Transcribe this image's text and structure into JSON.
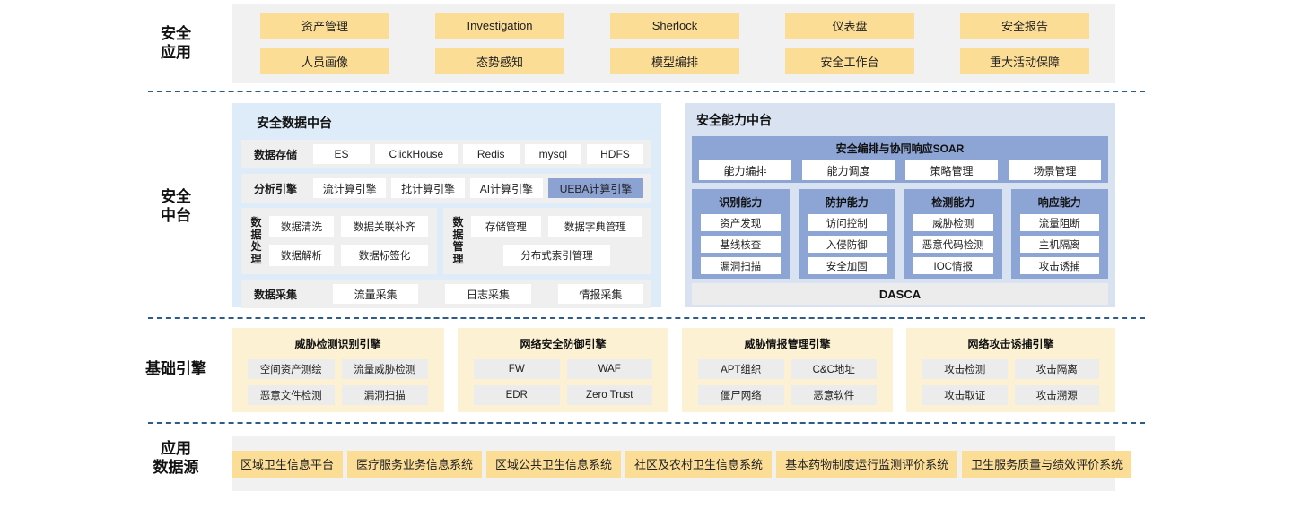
{
  "side_labels": {
    "apps1": "安全",
    "apps2": "应用",
    "middle1": "安全",
    "middle2": "中台",
    "engines": "基础引擎",
    "sources1": "应用",
    "sources2": "数据源"
  },
  "security_apps": {
    "row1": [
      "资产管理",
      "Investigation",
      "Sherlock",
      "仪表盘",
      "安全报告"
    ],
    "row2": [
      "人员画像",
      "态势感知",
      "模型编排",
      "安全工作台",
      "重大活动保障"
    ]
  },
  "data_platform": {
    "title": "安全数据中台",
    "storage": {
      "label": "数据存储",
      "items": [
        "ES",
        "ClickHouse",
        "Redis",
        "mysql",
        "HDFS"
      ]
    },
    "analysis": {
      "label": "分析引擎",
      "items": [
        "流计算引擎",
        "批计算引擎",
        "AI计算引擎"
      ],
      "highlighted": "UEBA计算引擎"
    },
    "processing": {
      "label": "数据处理",
      "items": [
        "数据清洗",
        "数据关联补齐",
        "数据解析",
        "数据标签化"
      ]
    },
    "management": {
      "label": "数据管理",
      "items": [
        "存储管理",
        "数据字典管理"
      ],
      "wide_item": "分布式索引管理"
    },
    "collection": {
      "label": "数据采集",
      "items": [
        "流量采集",
        "日志采集",
        "情报采集"
      ]
    }
  },
  "capability_platform": {
    "title": "安全能力中台",
    "soar": {
      "title": "安全编排与协同响应SOAR",
      "items": [
        "能力编排",
        "能力调度",
        "策略管理",
        "场景管理"
      ]
    },
    "columns": [
      {
        "title": "识别能力",
        "items": [
          "资产发现",
          "基线核查",
          "漏洞扫描"
        ]
      },
      {
        "title": "防护能力",
        "items": [
          "访问控制",
          "入侵防御",
          "安全加固"
        ]
      },
      {
        "title": "检测能力",
        "items": [
          "威胁检测",
          "恶意代码检测",
          "IOC情报"
        ]
      },
      {
        "title": "响应能力",
        "items": [
          "流量阻断",
          "主机隔离",
          "攻击诱捕"
        ]
      }
    ],
    "footer": "DASCA"
  },
  "engines": [
    {
      "title": "威胁检测识别引擎",
      "items": [
        "空间资产测绘",
        "流量威胁检测",
        "恶意文件检测",
        "漏洞扫描"
      ]
    },
    {
      "title": "网络安全防御引擎",
      "items": [
        "FW",
        "WAF",
        "EDR",
        "Zero Trust"
      ]
    },
    {
      "title": "威胁情报管理引擎",
      "items": [
        "APT组织",
        "C&C地址",
        "僵尸网络",
        "恶意软件"
      ]
    },
    {
      "title": "网络攻击诱捕引擎",
      "items": [
        "攻击检测",
        "攻击隔离",
        "攻击取证",
        "攻击溯源"
      ]
    }
  ],
  "data_sources": [
    "区域卫生信息平台",
    "医疗服务业务信息系统",
    "区域公共卫生信息系统",
    "社区及农村卫生信息系统",
    "基本药物制度运行监测评价系统",
    "卫生服务质量与绩效评价系统"
  ],
  "colors": {
    "accent_yellow": "#FBDD96",
    "panel_cream": "#FCF2D3",
    "band_gray": "#F1F1F1",
    "panel_blue_light": "#DEEBF9",
    "panel_blue_light2": "#D9E2F1",
    "block_blue": "#8DA5D5",
    "highlight_blue": "#8BA2D2",
    "dashed_line": "#2D5C8A"
  }
}
